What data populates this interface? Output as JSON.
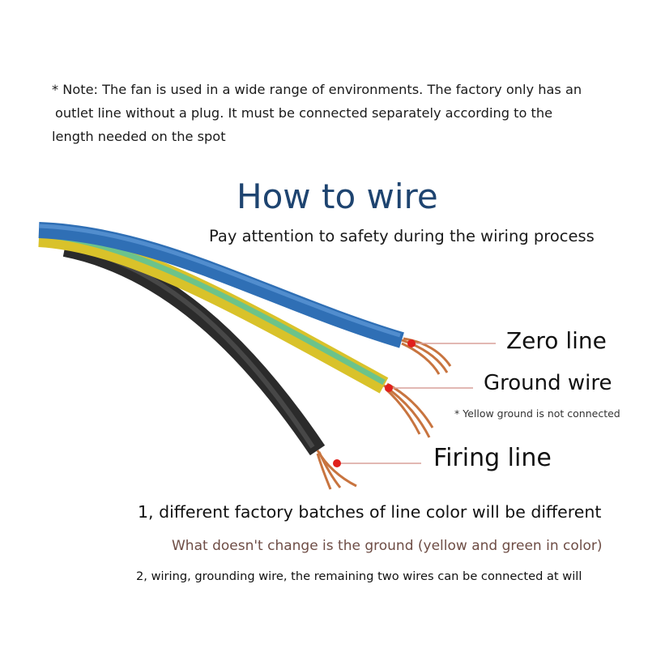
{
  "note": {
    "line1": "* Note: The fan is used in a wide range of environments. The factory only has an",
    "line2": "outlet line without a plug. It must be connected separately according to the",
    "line3": "length needed on the spot"
  },
  "title": "How to wire",
  "subtitle": "Pay attention to safety during the wiring process",
  "labels": {
    "zero": "Zero line",
    "ground": "Ground wire",
    "ground_note": "* Yellow ground is not connected",
    "firing": "Firing line"
  },
  "rules": {
    "rule1": "1, different factory batches of line color will be different",
    "rule1_sub": "What doesn't change is the ground (yellow and green in color)",
    "rule2": "2, wiring, grounding wire, the remaining two wires can be connected at will"
  },
  "colors": {
    "title": "#1e4470",
    "blue_wire": "#2f6fb5",
    "yellow_wire": "#d9c22a",
    "green_stripe": "#6cc38a",
    "black_wire": "#3a3a3a",
    "copper": "#c8743f",
    "pointer_dot": "#e0201c",
    "pointer_line": "#d9a09a",
    "rule_sub": "#6e4d45"
  }
}
